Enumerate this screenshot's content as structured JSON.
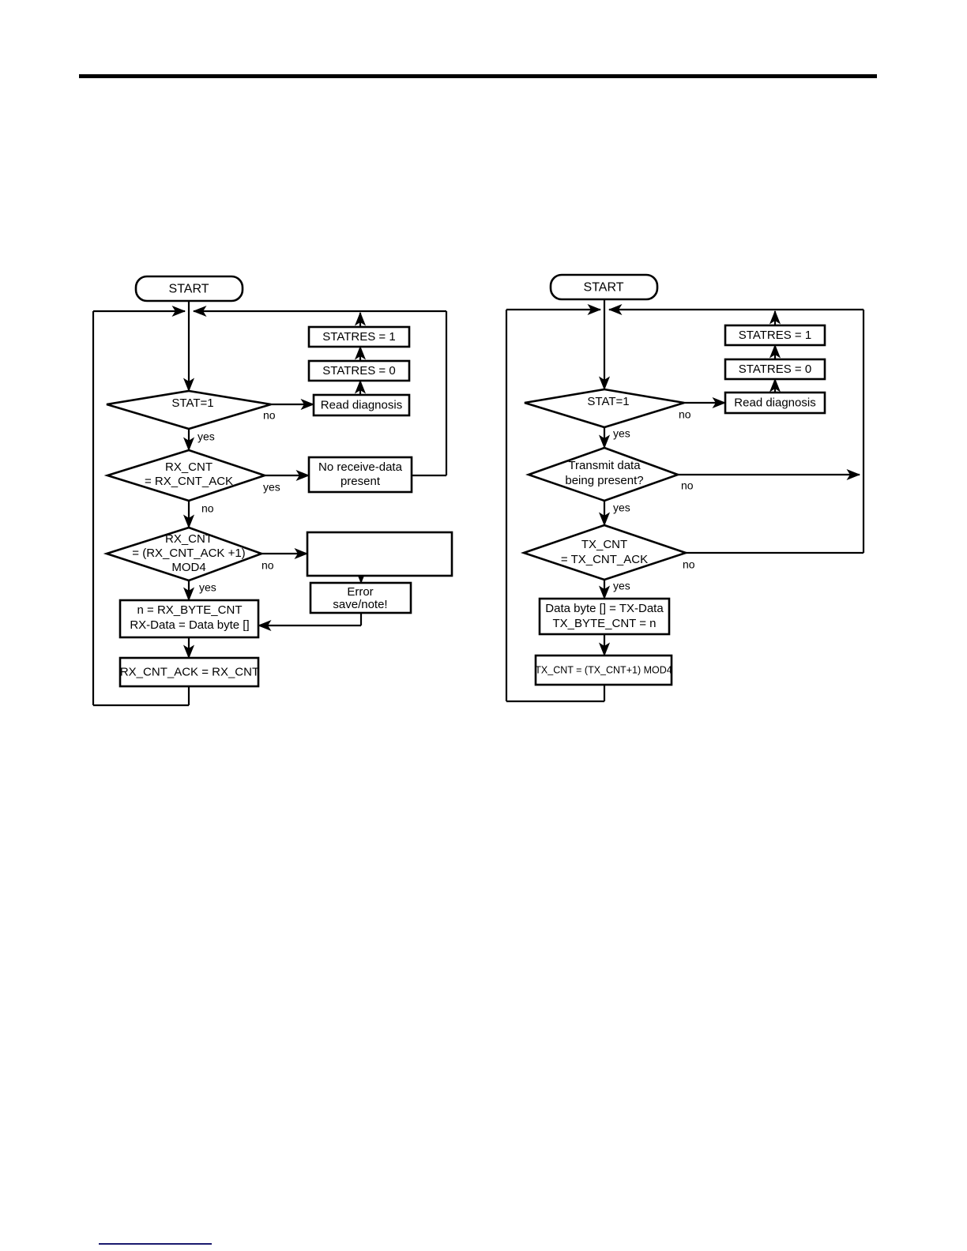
{
  "page": {
    "header_rule_color": "#000000",
    "footer_rule_color": "#1a1a6e"
  },
  "figure": {
    "charts": [
      {
        "id": "receive-flowchart",
        "name": "Receive data flowchart",
        "nodes": {
          "start": "START",
          "decision_stat": "STAT=1",
          "read_diagnosis": "Read diagnosis",
          "statres_0": "STATRES = 0",
          "statres_1": "STATRES = 1",
          "decision_rxcnt_ack_l1": "RX_CNT",
          "decision_rxcnt_ack_l2": "= RX_CNT_ACK",
          "no_receive_data_l1": "No receive-data",
          "no_receive_data_l2": "present",
          "decision_rxcnt_mod_l1": "RX_CNT",
          "decision_rxcnt_mod_l2": "= (RX_CNT_ACK +1)",
          "decision_rxcnt_mod_l3": "MOD4",
          "empty_box": "",
          "error_l1": "Error",
          "error_l2": "save/note!",
          "assign_n_l1": "n = RX_BYTE_CNT",
          "assign_n_l2": "RX-Data = Data byte []",
          "assign_ack": "RX_CNT_ACK = RX_CNT"
        },
        "edge_labels": {
          "stat_no": "no",
          "stat_yes": "yes",
          "rxcnt_ack_yes": "yes",
          "rxcnt_ack_no": "no",
          "rxcnt_mod_no": "no",
          "rxcnt_mod_yes": "yes"
        }
      },
      {
        "id": "transmit-flowchart",
        "name": "Transmit data flowchart",
        "nodes": {
          "start": "START",
          "decision_stat": "STAT=1",
          "read_diagnosis": "Read diagnosis",
          "statres_0": "STATRES = 0",
          "statres_1": "STATRES = 1",
          "decision_transmit_l1": "Transmit data",
          "decision_transmit_l2": "being present?",
          "decision_txcnt_l1": "TX_CNT",
          "decision_txcnt_l2": "= TX_CNT_ACK",
          "assign_data_l1": "Data byte [] = TX-Data",
          "assign_data_l2": "TX_BYTE_CNT = n",
          "assign_txcnt": "TX_CNT = (TX_CNT+1) MOD4"
        },
        "edge_labels": {
          "stat_no": "no",
          "stat_yes": "yes",
          "transmit_no": "no",
          "transmit_yes": "yes",
          "txcnt_no": "no",
          "txcnt_yes": "yes"
        }
      }
    ]
  }
}
